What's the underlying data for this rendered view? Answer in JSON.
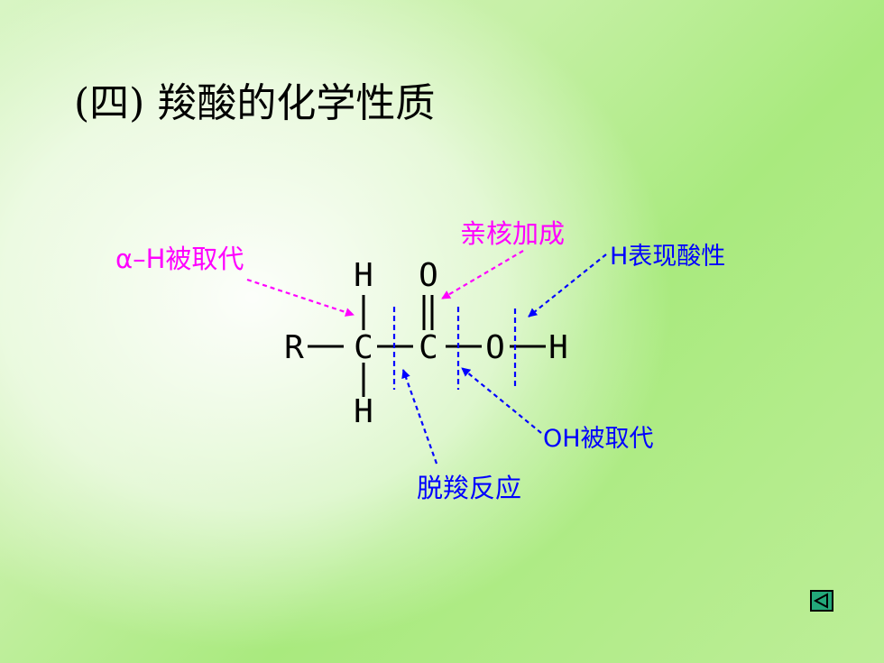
{
  "slide": {
    "title": "(四) 羧酸的化学性质"
  },
  "labels": {
    "alpha_h": "α–H被取代",
    "nucleophilic_addition": "亲核加成",
    "acidity": "H表现酸性",
    "oh_substitution": "OH被取代",
    "decarboxylation": "脱羧反应"
  },
  "molecule": {
    "r": "R",
    "c_alpha": "C",
    "c_carbonyl": "C",
    "o_hydroxyl": "O",
    "h_acid": "H",
    "h_top": "H",
    "h_bottom": "H",
    "o_carbonyl": "O"
  },
  "colors": {
    "magenta": "#ff00ff",
    "blue": "#0000ff",
    "nav_button": "#23a87a"
  },
  "nav": {
    "back_icon": "triangle-left-icon"
  }
}
